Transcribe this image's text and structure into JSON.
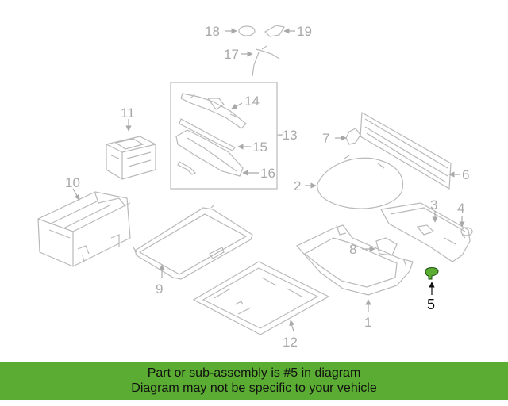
{
  "diagram": {
    "parts": [
      {
        "id": "p1",
        "label": "1"
      },
      {
        "id": "p2",
        "label": "2"
      },
      {
        "id": "p3",
        "label": "3"
      },
      {
        "id": "p4",
        "label": "4"
      },
      {
        "id": "p5",
        "label": "5"
      },
      {
        "id": "p6",
        "label": "6"
      },
      {
        "id": "p7",
        "label": "7"
      },
      {
        "id": "p8",
        "label": "8"
      },
      {
        "id": "p9",
        "label": "9"
      },
      {
        "id": "p10",
        "label": "10"
      },
      {
        "id": "p11",
        "label": "11"
      },
      {
        "id": "p12",
        "label": "12"
      },
      {
        "id": "p13",
        "label": "-13"
      },
      {
        "id": "p14",
        "label": "14"
      },
      {
        "id": "p15",
        "label": "15"
      },
      {
        "id": "p16",
        "label": "16"
      },
      {
        "id": "p17",
        "label": "17"
      },
      {
        "id": "p18",
        "label": "18"
      },
      {
        "id": "p19",
        "label": "19"
      }
    ],
    "highlight_color": "#5aac32",
    "line_color": "#b9b9b9"
  },
  "banner": {
    "line1": "Part or sub-assembly is #5 in diagram",
    "line2": "Diagram may not be specific to your vehicle",
    "color": "#5aac32"
  }
}
